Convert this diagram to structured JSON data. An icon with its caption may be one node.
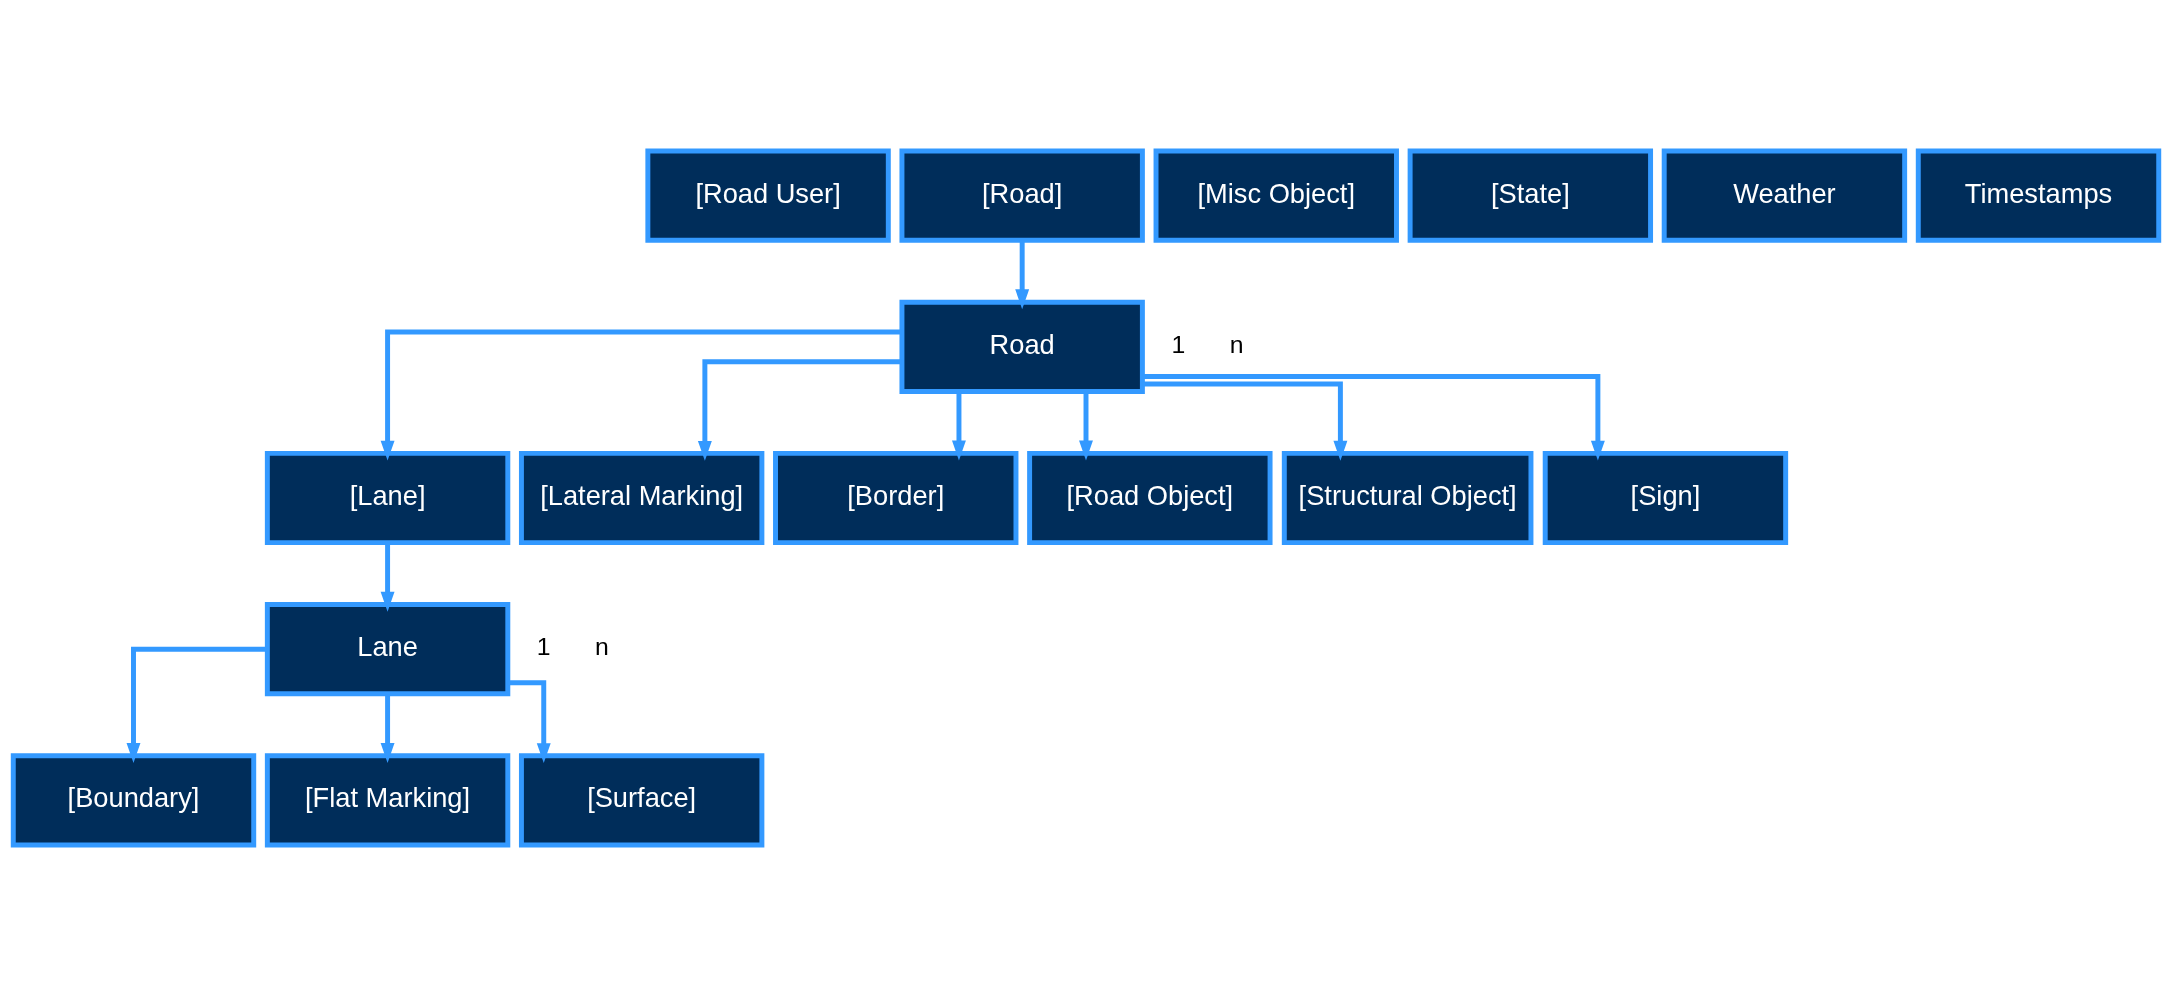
{
  "diagram": {
    "nodes": [
      {
        "text": [
          "[Road User]"
        ]
      },
      {
        "text": [
          "[Road]"
        ]
      },
      {
        "text": [
          "[Misc Object]"
        ]
      },
      {
        "text": [
          "[State]"
        ]
      },
      {
        "text": [
          "Weather"
        ]
      },
      {
        "text": [
          "Timestamps"
        ]
      },
      {
        "text": [
          "Road"
        ]
      },
      {
        "text": [
          "[Lane]"
        ]
      },
      {
        "text": [
          "[Lateral Marking]"
        ]
      },
      {
        "text": [
          "[Border]"
        ]
      },
      {
        "text": [
          "[Road Object]"
        ]
      },
      {
        "text": [
          "[Structural Object]"
        ]
      },
      {
        "text": [
          "[Sign]"
        ]
      },
      {
        "text": [
          "Lane"
        ]
      },
      {
        "text": [
          "[Boundary]"
        ]
      },
      {
        "text": [
          "[Flat Marking]"
        ]
      },
      {
        "text": [
          "[Surface]"
        ]
      }
    ],
    "edges": [
      {
        "from": 1,
        "to": 6,
        "arrow": "to"
      },
      {
        "from": 6,
        "to": 7,
        "arrow": "to"
      },
      {
        "from": 6,
        "to": 8,
        "arrow": "to"
      },
      {
        "from": 6,
        "to": 9,
        "arrow": "to"
      },
      {
        "from": 6,
        "to": 10,
        "arrow": "to"
      },
      {
        "from": 6,
        "to": 11,
        "arrow": "to"
      },
      {
        "from": 6,
        "to": 12,
        "arrow": "to"
      },
      {
        "from": 7,
        "to": 13,
        "arrow": "to"
      },
      {
        "from": 13,
        "to": 14,
        "arrow": "to"
      },
      {
        "from": 13,
        "to": 15,
        "arrow": "to"
      },
      {
        "from": 13,
        "to": 16,
        "arrow": "to"
      }
    ],
    "labels": [
      "1",
      "n",
      "1",
      "n"
    ]
  }
}
